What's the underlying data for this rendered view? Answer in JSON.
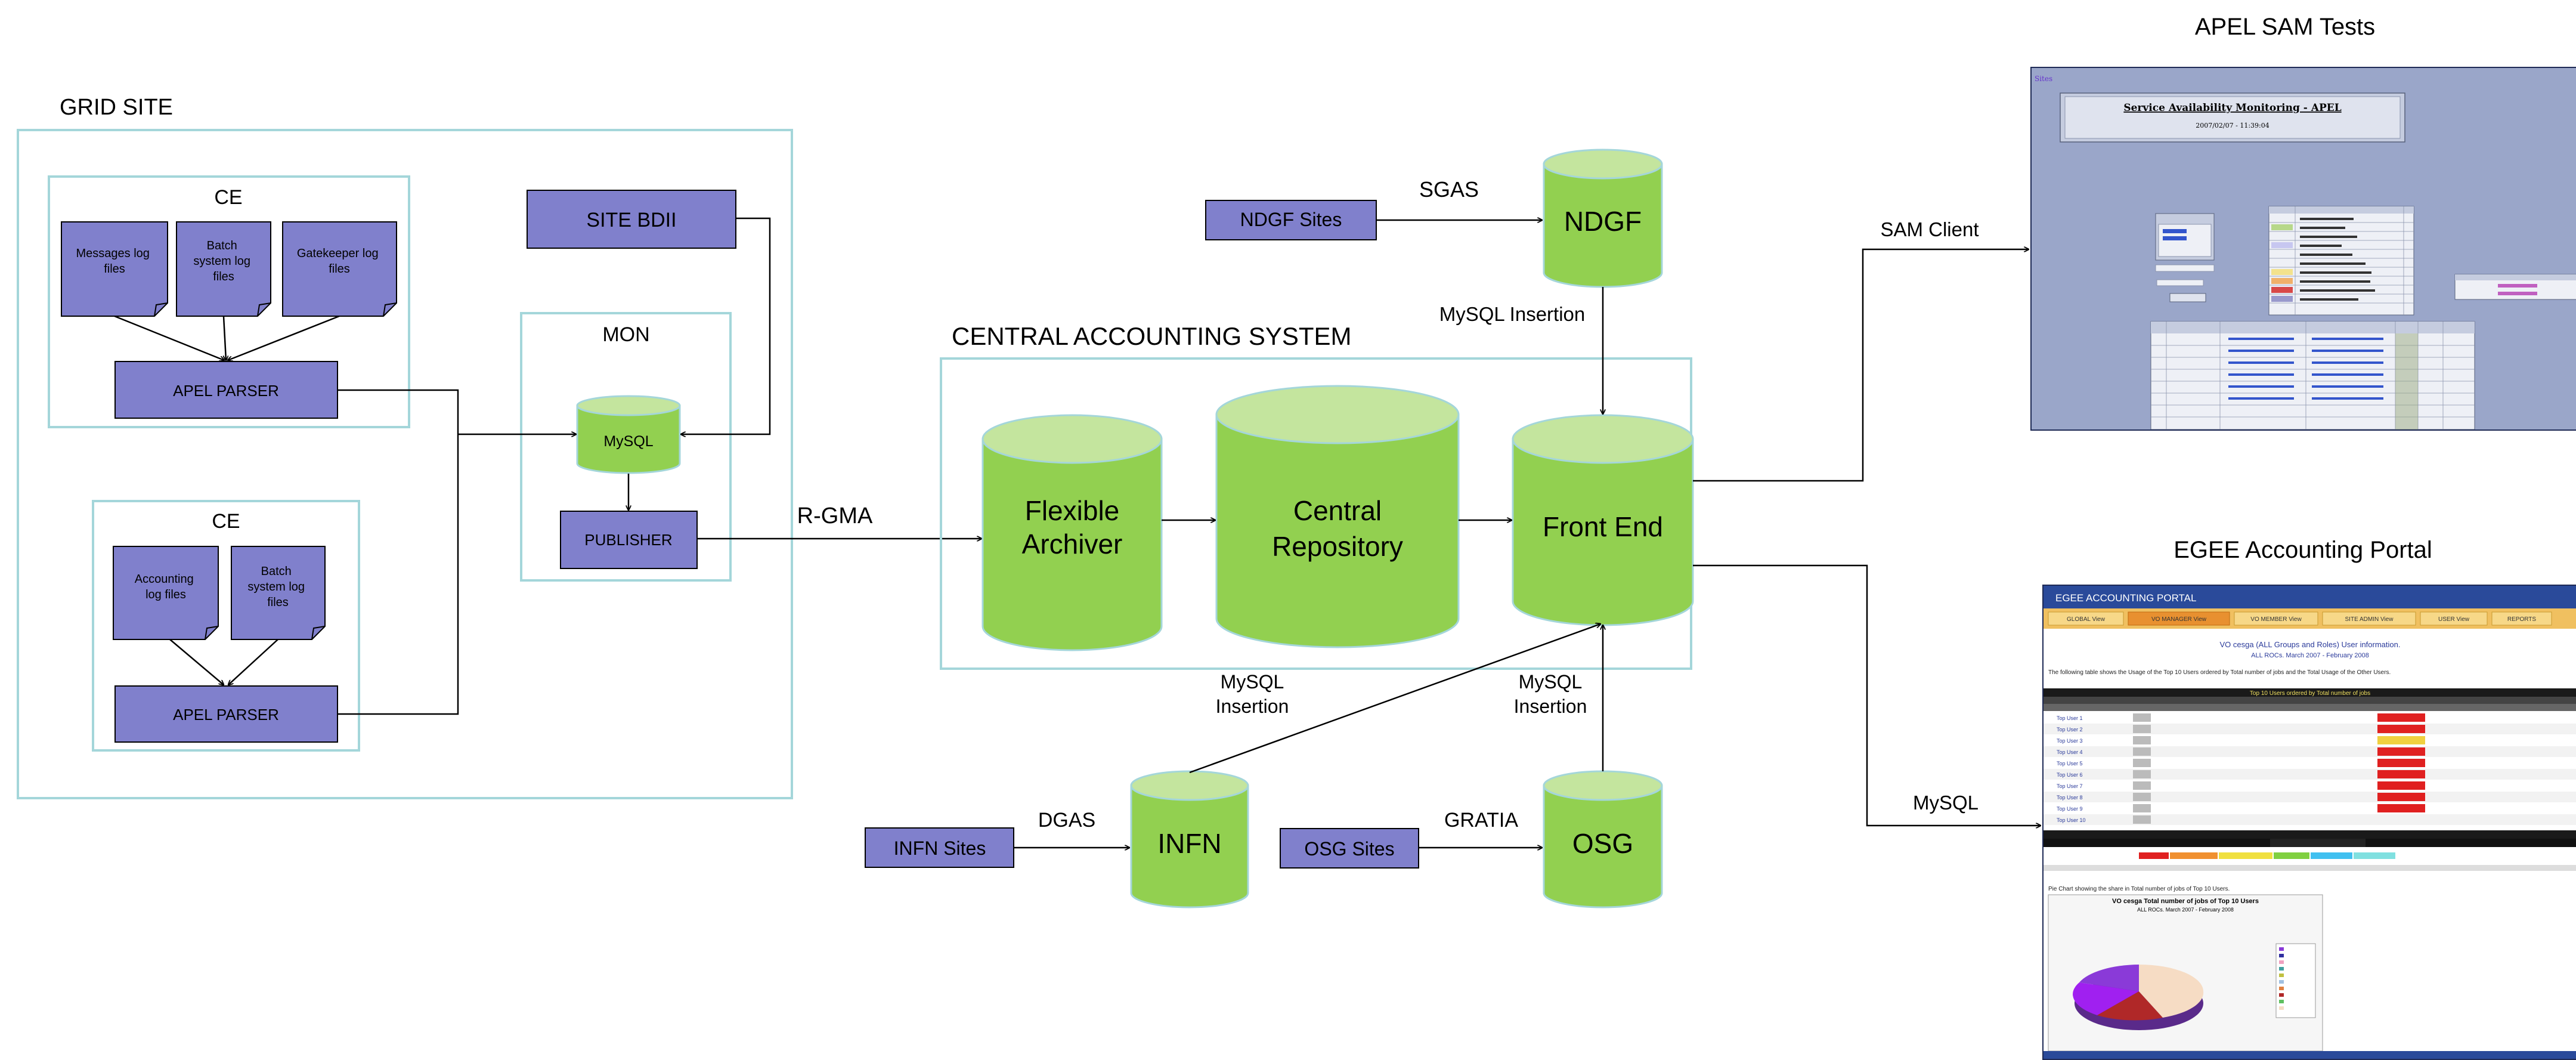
{
  "grid_site": {
    "title": "GRID SITE",
    "ce_top": {
      "title": "CE",
      "docs": [
        "Messages log files",
        "Batch system log files",
        "Gatekeeper log files"
      ],
      "parser": "APEL PARSER"
    },
    "ce_bottom": {
      "title": "CE",
      "docs": [
        "Accounting log files",
        "Batch system log files"
      ],
      "parser": "APEL PARSER"
    },
    "site_bdii": "SITE BDII",
    "mon": {
      "title": "MON",
      "db": "MySQL",
      "publisher": "PUBLISHER"
    }
  },
  "transport": {
    "rgma": "R-GMA"
  },
  "central": {
    "title": "CENTRAL ACCOUNTING SYSTEM",
    "archiver": [
      "Flexible",
      "Archiver"
    ],
    "repository": [
      "Central",
      "Repository"
    ],
    "frontend": "Front End"
  },
  "external": {
    "ndgf_sites": "NDGF Sites",
    "sgas": "SGAS",
    "ndgf": "NDGF",
    "ndgf_insertion": "MySQL Insertion",
    "infn_sites": "INFN Sites",
    "dgas": "DGAS",
    "infn": "INFN",
    "infn_insertion": [
      "MySQL",
      "Insertion"
    ],
    "osg_sites": "OSG Sites",
    "gratia": "GRATIA",
    "osg": "OSG",
    "osg_insertion": [
      "MySQL",
      "Insertion"
    ]
  },
  "outputs": {
    "sam_client": "SAM Client",
    "mysql": "MySQL",
    "sam_title": "APEL SAM Tests",
    "egee_title": "EGEE Accounting Portal"
  },
  "sam_shot": {
    "corner": "Sites",
    "title": "Service Availability Monitoring - APEL",
    "timestamp": "2007/02/07 - 11:39:04"
  },
  "egee_shot": {
    "banner": "EGEE ACCOUNTING PORTAL",
    "tabs": [
      "GLOBAL View",
      "VO MANAGER View",
      "VO MEMBER View",
      "SITE ADMIN View",
      "USER View",
      "REPORTS"
    ],
    "heading": "VO cesga (ALL Groups and Roles) User information.",
    "subheading": "ALL ROCs. March 2007 - February 2008",
    "intro": "The following table shows the Usage of the Top 10 Users ordered by Total number of jobs and the Total Usage of the Other Users.",
    "table_title": "Top 10 Users ordered by Total number of jobs",
    "rows": [
      "Top User 1",
      "Top User 2",
      "Top User 3",
      "Top User 4",
      "Top User 5",
      "Top User 6",
      "Top User 7",
      "Top User 8",
      "Top User 9",
      "Top User 10"
    ],
    "pie_intro": "Pie Chart showing the share in Total number of jobs of Top 10 Users.",
    "pie_title": "VO cesga Total number of jobs of Top 10 Users",
    "pie_subtitle": "ALL ROCs. March 2007 - February 2008"
  },
  "colors": {
    "box_fill": "#8080cc",
    "db_fill": "#92d050",
    "db_top": "#c4e59e",
    "frame": "#a4d6da",
    "arrow": "#000000"
  }
}
